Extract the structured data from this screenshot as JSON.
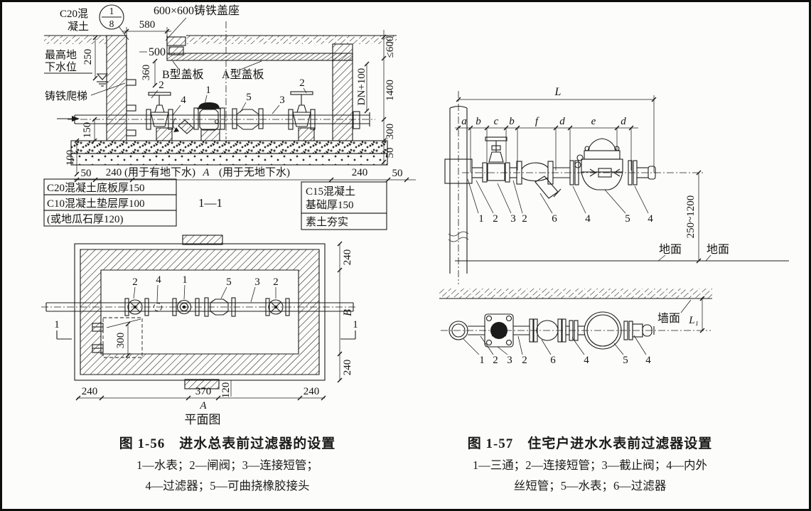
{
  "fig56": {
    "labels": {
      "c20a": "C20混",
      "c20b": "凝土",
      "num": "1",
      "den": "8",
      "seat": "600×600铸铁盖座",
      "d580": "580",
      "d500": "500",
      "d360": "360",
      "gwa": "最高地",
      "gwb": "下水位",
      "d250": "250",
      "ladder": "铸铁爬梯",
      "coverB": "B型盖板",
      "coverA": "A型盖板",
      "d150": "150",
      "d100": "100",
      "dn": "DN+100",
      "d600": "≤600",
      "d1400": "1400",
      "d300": "300",
      "d50r": "50",
      "row50l": "50",
      "row240l": "240",
      "noteGw": "(用于有地下水)",
      "rowA": "A",
      "noteNoGw": "(用于无地下水)",
      "row240r": "240",
      "row50rr": "50",
      "mark": "1—1",
      "nl0": "C20混凝土底板厚150",
      "nl1": "C10混凝土垫层厚100",
      "nl2": "(或地瓜石厚120)",
      "nr0": "C15混凝土",
      "nr1": "基础厚150",
      "nr2": "素土夯实"
    },
    "parts": [
      "2",
      "4",
      "1",
      "5",
      "3",
      "2"
    ],
    "plan": {
      "parts": [
        "2",
        "4",
        "1",
        "5",
        "3",
        "2"
      ],
      "d240t": "240",
      "dB": "B",
      "d240b": "240",
      "d300": "300",
      "cut": "1",
      "d240bl": "240",
      "d370": "370",
      "dA": "A",
      "d120": "120",
      "d240br": "240",
      "title": "平面图"
    },
    "caption": {
      "title": "图 1-56　进水总表前过滤器的设置",
      "line1": "1—水表；2—闸阀；3—连接短管；",
      "line2": "4—过滤器；5—可曲挠橡胶接头"
    }
  },
  "fig57": {
    "elev": {
      "dL": "L",
      "segs": [
        "a",
        "b",
        "c",
        "b",
        "f",
        "d",
        "e",
        "d"
      ],
      "parts": [
        "1",
        "2",
        "3",
        "2",
        "6",
        "4",
        "5",
        "4"
      ],
      "dRange": "250~1200",
      "ground1": "地面",
      "ground2": "地面"
    },
    "plan": {
      "wall": "墙面",
      "dL1": "L₁",
      "parts": [
        "1",
        "2",
        "3",
        "2",
        "6",
        "4",
        "5",
        "4"
      ]
    },
    "caption": {
      "title": "图 1-57　住宅户进水水表前过滤器设置",
      "line1": "1—三通；2—连接短管；3—截止阀；4—内外",
      "line2": "丝短管；5—水表；6—过滤器"
    }
  }
}
